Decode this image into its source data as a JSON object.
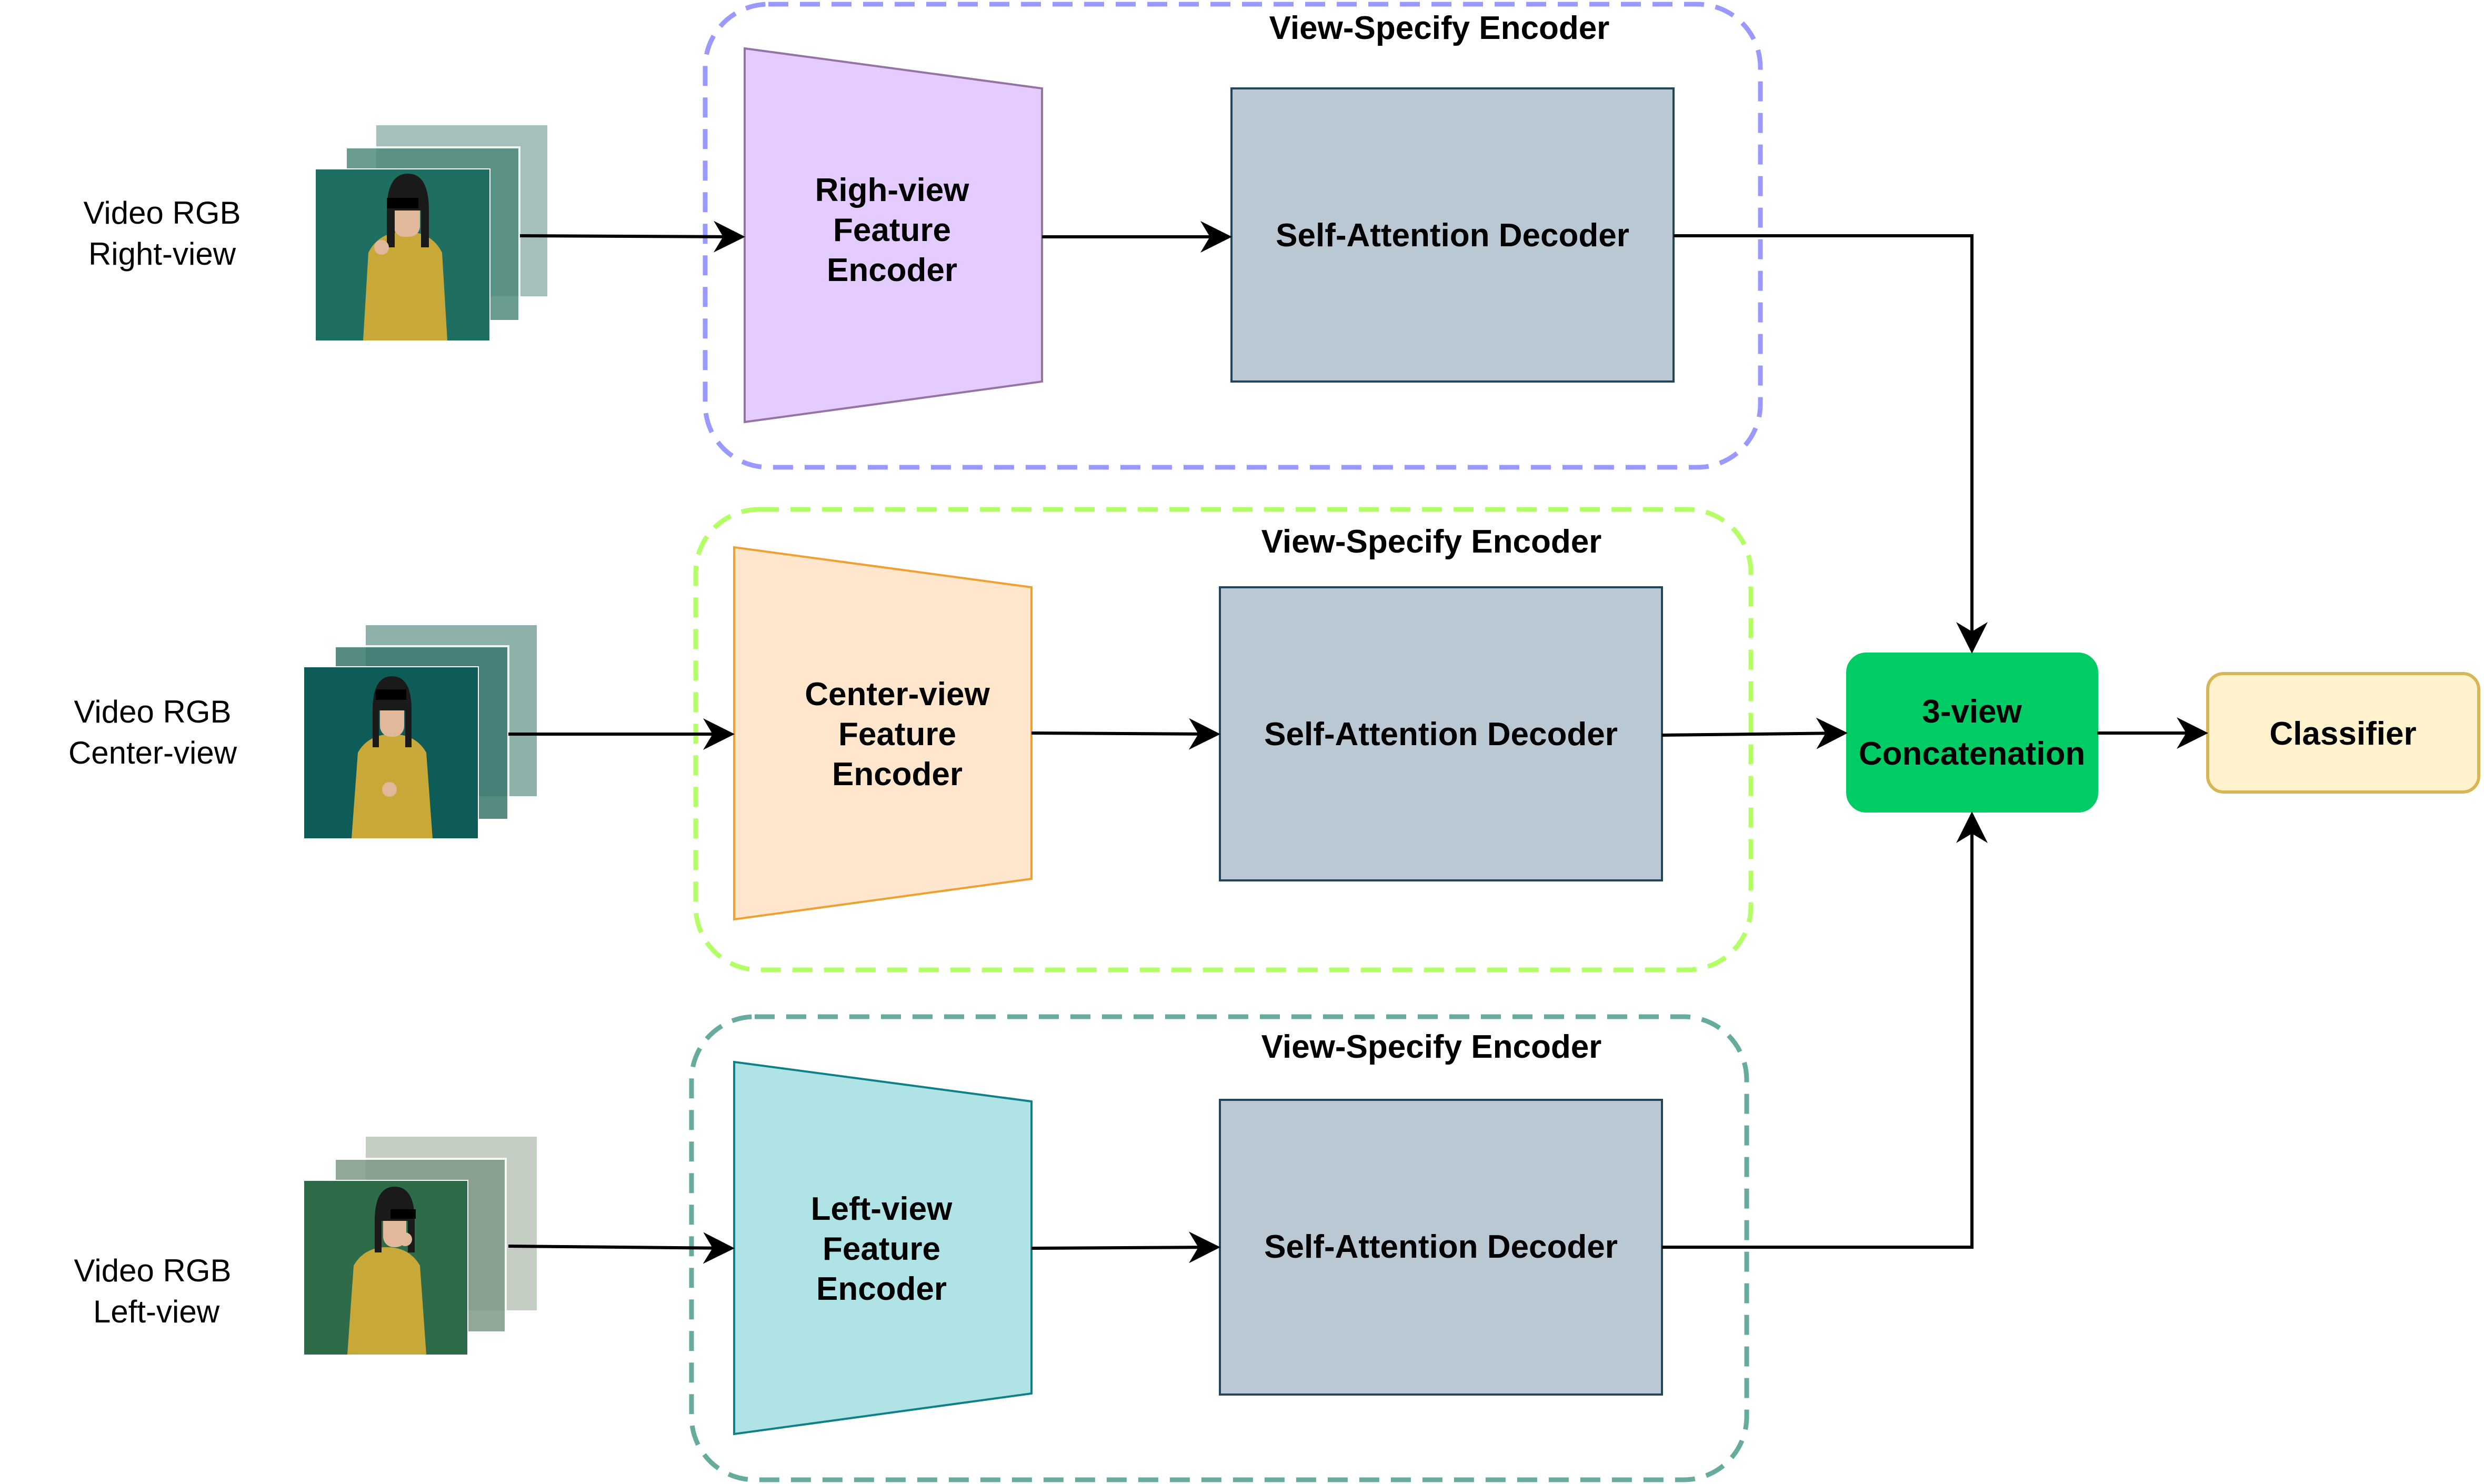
{
  "colors": {
    "group_right_border": "#9999FF",
    "group_center_border": "#B3FF66",
    "group_left_border": "#67AB9F",
    "right_encoder_fill": "#E5CCFF",
    "right_encoder_stroke": "#9673A6",
    "center_encoder_fill": "#FFE6CC",
    "center_encoder_stroke": "#F0A030",
    "left_encoder_fill": "#B0E3E6",
    "left_encoder_stroke": "#0E8088",
    "decoder_fill": "#BAC8D3",
    "decoder_stroke": "#23445D",
    "concat_fill": "#00CC66",
    "classifier_fill": "#FFF2CC",
    "classifier_stroke": "#D6B656",
    "arrow": "#000000"
  },
  "inputs": {
    "right": {
      "line1": "Video RGB",
      "line2": "Right-view"
    },
    "center": {
      "line1": "Video RGB",
      "line2": "Center-view"
    },
    "left": {
      "line1": "Video RGB",
      "line2": "Left-view"
    }
  },
  "groups": {
    "right": {
      "title": "View-Specify Encoder"
    },
    "center": {
      "title": "View-Specify Encoder"
    },
    "left": {
      "title": "View-Specify Encoder"
    }
  },
  "encoders": {
    "right": {
      "line1": "Righ-view",
      "line2": "Feature",
      "line3": "Encoder"
    },
    "center": {
      "line1": "Center-view",
      "line2": "Feature",
      "line3": "Encoder"
    },
    "left": {
      "line1": "Left-view",
      "line2": "Feature",
      "line3": "Encoder"
    }
  },
  "decoders": {
    "right": "Self-Attention Decoder",
    "center": "Self-Attention Decoder",
    "left": "Self-Attention Decoder"
  },
  "concat": {
    "line1": "3-view",
    "line2": "Concatenation"
  },
  "classifier": "Classifier"
}
